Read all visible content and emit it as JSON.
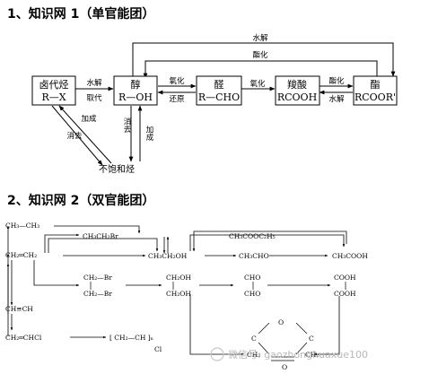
{
  "section1": {
    "title": "1、知识网 1（单官能团）",
    "nodes": [
      {
        "name": "卤代烃",
        "formula": "R—X"
      },
      {
        "name": "醇",
        "formula": "R—OH"
      },
      {
        "name": "醛",
        "formula": "R—CHO"
      },
      {
        "name": "羧酸",
        "formula": "RCOOH"
      },
      {
        "name": "酯",
        "formula": "RCOOR'"
      }
    ],
    "edges": {
      "top_hydrolysis": "水解",
      "top_esterification": "酯化",
      "halide_alcohol_top": "水解",
      "halide_alcohol_bottom": "取代",
      "alcohol_aldehyde_top": "氧化",
      "alcohol_aldehyde_bottom": "还原",
      "aldehyde_acid": "氧化",
      "acid_ester_top": "酯化",
      "acid_ester_bottom": "水解",
      "halide_addition": "加成",
      "halide_elimination": "消去",
      "alcohol_elimination": "消去",
      "alcohol_addition": "加成"
    },
    "alkene": "不饱和烃"
  },
  "section2": {
    "title": "2、知识网 2（双官能团）",
    "chem": {
      "ethane": "CH₃—CH₃",
      "ethene": "CH₂═CH₂",
      "ethyne": "CH≡CH",
      "vinyl_chloride": "CH₂═CHCl",
      "pvc": "[ CH₂—CH ]ₙ",
      "pvc_cl": "Cl",
      "ethyl_bromide": "CH₃CH₂Br",
      "ethyl_acetate": "CH₃COOC₂H₅",
      "ethanol": "CH₃CH₂OH",
      "acetaldehyde": "CH₃CHO",
      "acetic_acid": "CH₃COOH",
      "dibromo_top": "CH₂—Br",
      "dibromo_bottom": "CH₂—Br",
      "glycol_top": "CH₂OH",
      "glycol_bottom": "CH₂OH",
      "glyoxal_top": "CHO",
      "glyoxal_bottom": "CHO",
      "oxalic_top": "COOH",
      "oxalic_bottom": "COOH",
      "ester_c1": "C",
      "ester_c2": "C",
      "ester_o_left": "O",
      "ester_o_right": "O",
      "ester_ch2_left": "CH₂",
      "ester_ch2_right": "CH₂"
    }
  },
  "watermark": "微信号: gaozhonghuaxue100"
}
